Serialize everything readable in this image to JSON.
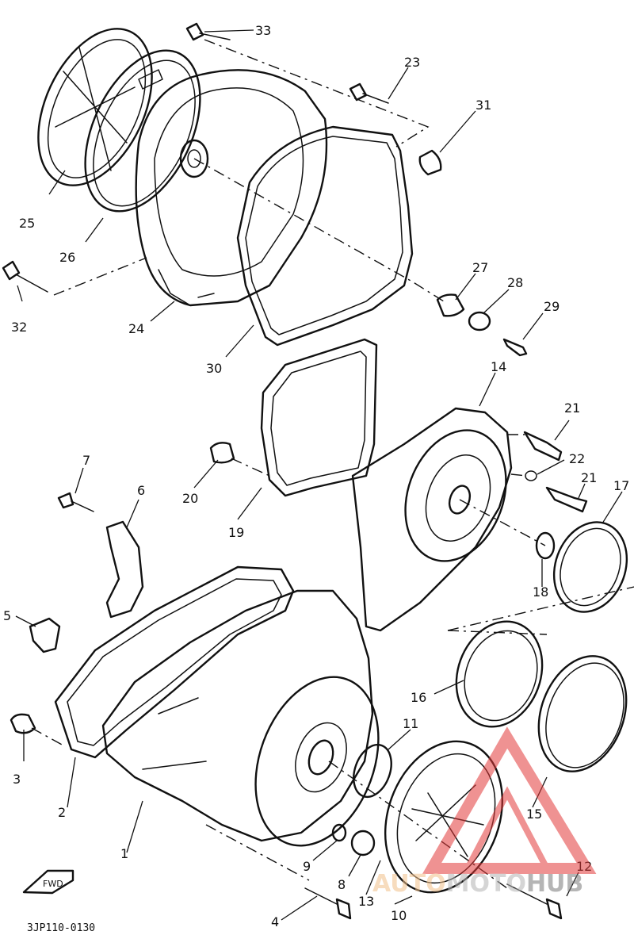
{
  "diagram": {
    "drawing_code": "3JP110-0130",
    "fwd_label": "FWD",
    "callouts": [
      "1",
      "2",
      "3",
      "4",
      "5",
      "6",
      "7",
      "8",
      "9",
      "10",
      "11",
      "12",
      "13",
      "14",
      "15",
      "16",
      "17",
      "18",
      "19",
      "20",
      "21",
      "21",
      "22",
      "23",
      "24",
      "25",
      "26",
      "27",
      "28",
      "29",
      "30",
      "31",
      "32",
      "33"
    ],
    "watermark": {
      "part1": "AUTO",
      "part2": "MOTO",
      "part3": "HUB",
      "colors": {
        "auto": "#f2c08a",
        "moto": "#b4b4b4",
        "hub": "#7a7a7a",
        "triangle": "#e23a3a"
      }
    }
  }
}
